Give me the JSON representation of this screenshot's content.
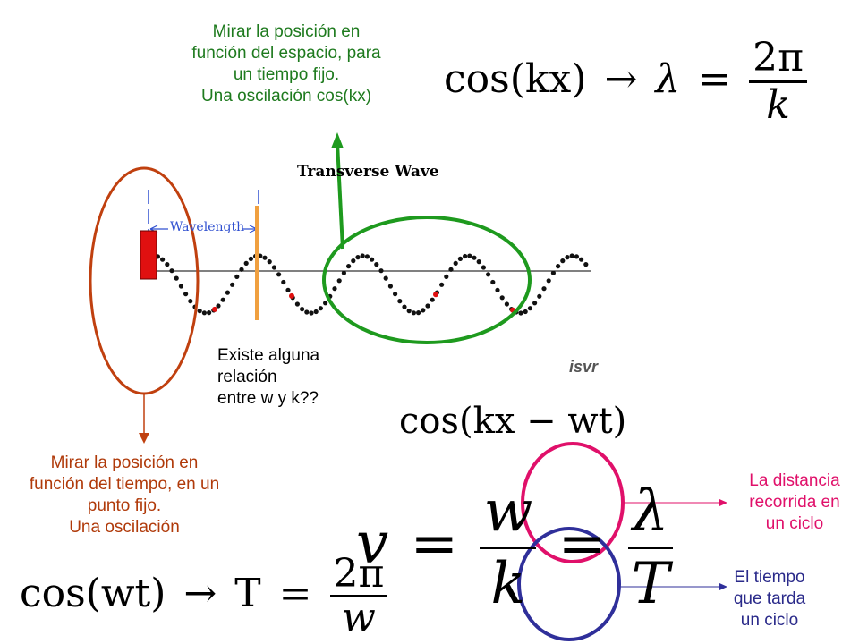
{
  "labels": {
    "top": [
      "Mirar la posición en",
      "función del espacio, para",
      "un tiempo fijo.",
      "Una oscilación cos(kx)"
    ],
    "left": [
      "Mirar la posición en",
      "función del tiempo, en un",
      "punto fijo.",
      "Una oscilación"
    ],
    "question": [
      "Existe alguna",
      "relación",
      "entre w y k??"
    ],
    "right_top": [
      "La distancia",
      "recorrida en",
      "un ciclo"
    ],
    "right_bottom": [
      "El tiempo",
      "que tarda",
      "un ciclo"
    ]
  },
  "figure": {
    "title": "Transverse Wave",
    "wavelength_label": "Wavelength",
    "logo": "isvr"
  },
  "equations": {
    "eq_kx": {
      "lhs": "cos(kx)",
      "arrow": "→",
      "var": "λ",
      "equals": "=",
      "num": "2π",
      "den": "k"
    },
    "eq_wt": {
      "lhs": "cos(wt)",
      "arrow": "→",
      "var": "T",
      "equals": "=",
      "num": "2π",
      "den": "w"
    },
    "eq_wave": "cos(kx − wt)",
    "eq_v": {
      "var": "v",
      "equals": "=",
      "num1": "w",
      "den1": "k",
      "equals2": "=",
      "num2": "λ",
      "den2": "T"
    }
  },
  "colors": {
    "green": "#1e9a1e",
    "brown": "#c0400f",
    "pink": "#e0106a",
    "navy": "#2f2f9a",
    "orange_bar": "#f0a040",
    "red_block": "#e01010",
    "dot": "#111111",
    "red_dot": "#e01010"
  }
}
